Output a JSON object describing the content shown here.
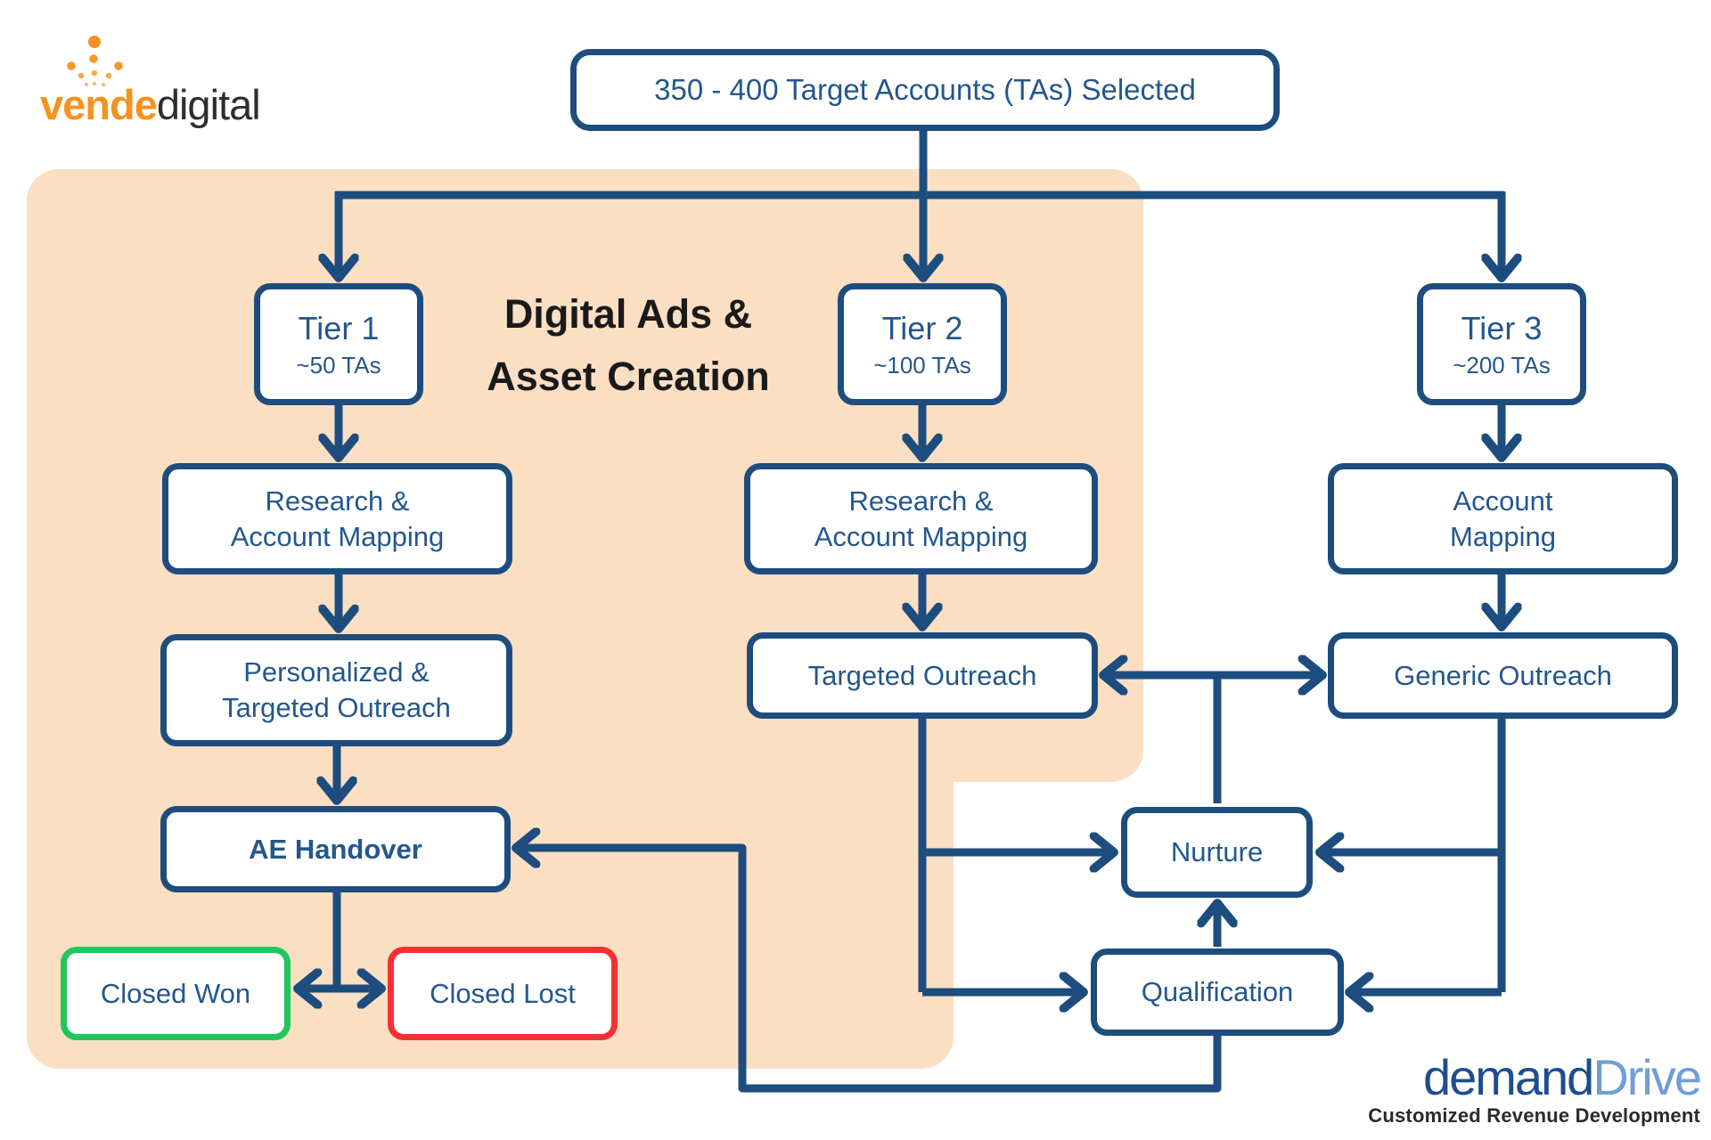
{
  "branding": {
    "vende_part1": "vende",
    "vende_part2": "digital",
    "dd_part1": "demand",
    "dd_part2": "Drive",
    "dd_tagline": "Customized Revenue Development"
  },
  "flow": {
    "start": "350 - 400 Target Accounts (TAs) Selected",
    "section_heading_line1": "Digital Ads &",
    "section_heading_line2": "Asset Creation",
    "tier1_name": "Tier 1",
    "tier1_count": "~50 TAs",
    "tier2_name": "Tier 2",
    "tier2_count": "~100 TAs",
    "tier3_name": "Tier 3",
    "tier3_count": "~200 TAs",
    "research1_line1": "Research &",
    "research1_line2": "Account Mapping",
    "research2_line1": "Research &",
    "research2_line2": "Account Mapping",
    "account_mapping_line1": "Account",
    "account_mapping_line2": "Mapping",
    "personalized_line1": "Personalized &",
    "personalized_line2": "Targeted Outreach",
    "targeted": "Targeted Outreach",
    "generic": "Generic Outreach",
    "ae_handover": "AE Handover",
    "nurture": "Nurture",
    "qualification": "Qualification",
    "closed_won": "Closed Won",
    "closed_lost": "Closed Lost"
  },
  "colors": {
    "navy": "#1d4d7e",
    "text_navy": "#24578d",
    "peach": "#fbdfc3",
    "green": "#1ec75b",
    "red": "#f53034",
    "orange": "#f6921e",
    "heading": "#1a1a1a",
    "dd_dark": "#1d4d8d",
    "dd_light": "#6f9ed6"
  }
}
